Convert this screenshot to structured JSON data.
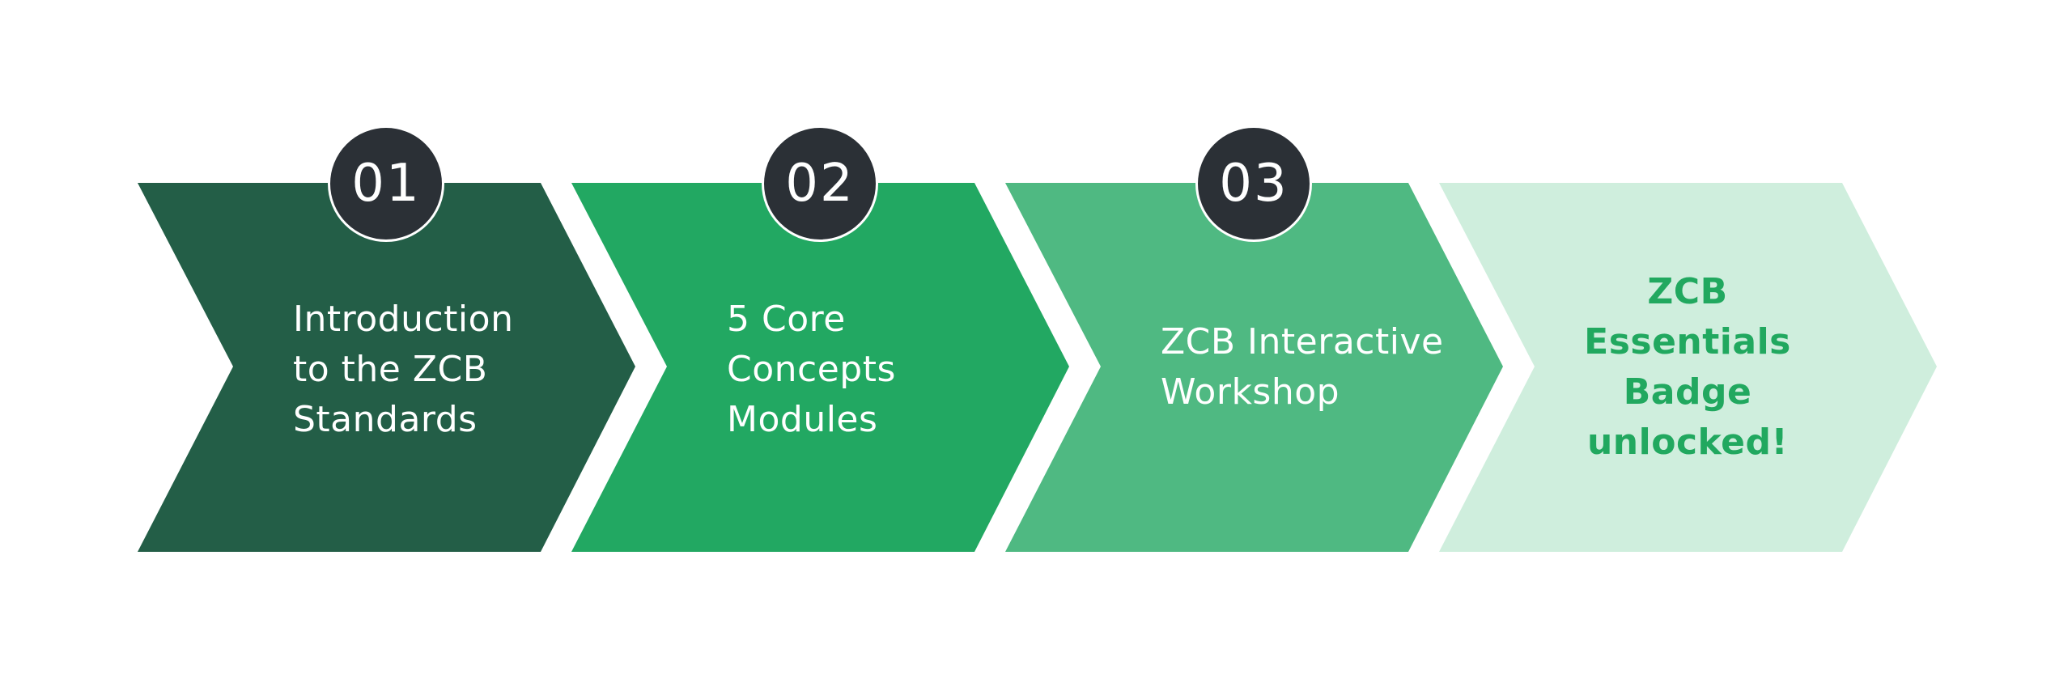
{
  "steps": [
    {
      "number": "01",
      "label": "Introduction\nto the ZCB\nStandards",
      "color": "#235e47"
    },
    {
      "number": "02",
      "label": "5 Core\nConcepts\nModules",
      "color": "#22a862"
    },
    {
      "number": "03",
      "label": "ZCB Interactive\nWorkshop",
      "color": "#4fb982"
    },
    {
      "label": "ZCB\nEssentials\nBadge\nunlocked!",
      "color": "#cfeedd",
      "text_color": "#21a85f"
    }
  ]
}
